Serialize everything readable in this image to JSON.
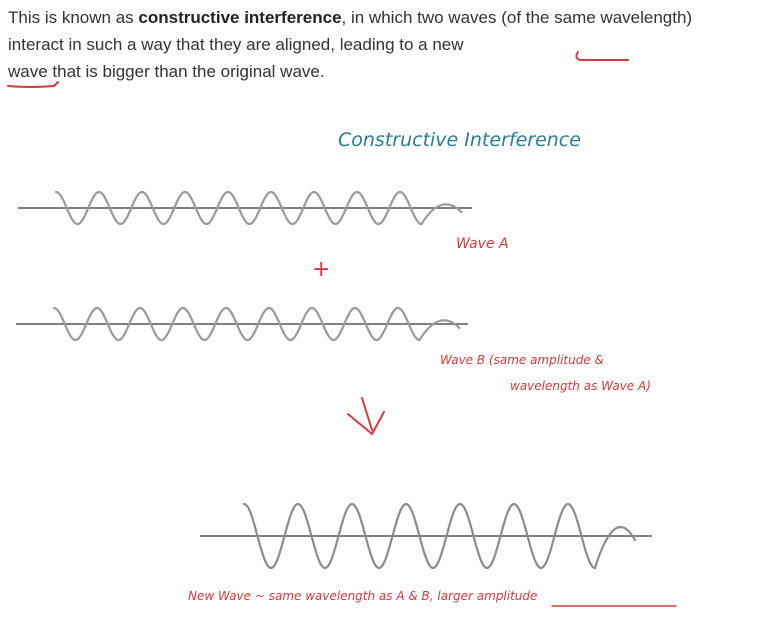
{
  "intro": {
    "part1": "This is known as ",
    "bold": "constructive interference",
    "part2": ", in which two waves (of the same wavelength) interact in such a way that they are aligned, leading to ",
    "underlined_a_new": "a new",
    "underlined_wave": "wave",
    "part3": " that is bigger than the original wave."
  },
  "diagram": {
    "title": "Constructive Interference",
    "plus_sign": "+",
    "wave_a_label": "Wave A",
    "wave_b_label_line1": "Wave B (same amplitude &",
    "wave_b_label_line2": "wavelength as Wave A)",
    "result_label_part1": "New Wave ~ same wavelength as A & B, ",
    "result_label_underlined": "larger amplitude"
  },
  "colors": {
    "title": "#2a7f95",
    "annotation": "#d83a3a",
    "wave": "#9a9a9a",
    "text": "#333333"
  }
}
